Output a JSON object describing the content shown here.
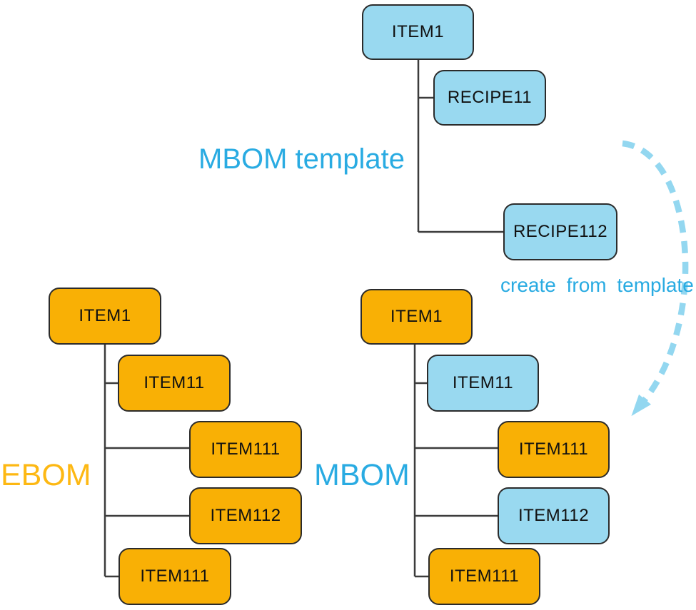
{
  "labels": {
    "template_title": "MBOM template",
    "ebom_title": "EBOM",
    "mbom_title": "MBOM",
    "arrow_caption": "create from template"
  },
  "colors": {
    "node_blue_fill": "#99d9f0",
    "node_orange_fill": "#f9b005",
    "node_border": "#2b2b2b",
    "connector_line": "#3c3c3c",
    "label_blue": "#29abe2",
    "label_orange": "#fdb813",
    "dashed_arrow_blue": "#93d7f0"
  },
  "trees": {
    "template": {
      "name": "MBOM template",
      "nodes": [
        {
          "label": "ITEM1",
          "color": "blue"
        },
        {
          "label": "RECIPE11",
          "color": "blue"
        },
        {
          "label": "RECIPE112",
          "color": "blue"
        }
      ]
    },
    "ebom": {
      "name": "EBOM",
      "nodes": [
        {
          "label": "ITEM1",
          "color": "orange"
        },
        {
          "label": "ITEM11",
          "color": "orange"
        },
        {
          "label": "ITEM111",
          "color": "orange"
        },
        {
          "label": "ITEM112",
          "color": "orange"
        },
        {
          "label": "ITEM111",
          "color": "orange"
        }
      ]
    },
    "mbom": {
      "name": "MBOM",
      "nodes": [
        {
          "label": "ITEM1",
          "color": "orange"
        },
        {
          "label": "ITEM11",
          "color": "blue"
        },
        {
          "label": "ITEM111",
          "color": "orange"
        },
        {
          "label": "ITEM112",
          "color": "blue"
        },
        {
          "label": "ITEM111",
          "color": "orange"
        }
      ]
    }
  }
}
